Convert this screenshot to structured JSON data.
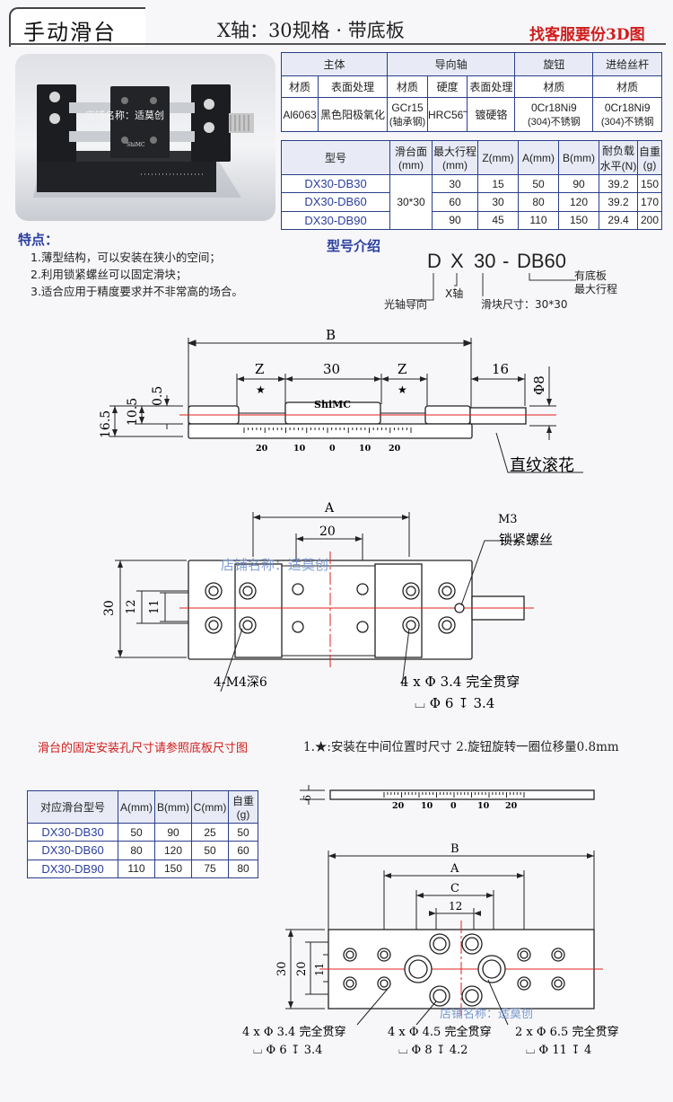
{
  "header": {
    "title": "手动滑台",
    "spec": "X轴：30规格 · 带底板",
    "find_3d": "找客服要份3D图"
  },
  "spec_table": {
    "groups": [
      "主体",
      "导向轴",
      "旋钮",
      "进给丝杆"
    ],
    "subheaders": [
      "材质",
      "表面处理",
      "材质",
      "硬度",
      "表面处理",
      "材质",
      "材质"
    ],
    "values": [
      "Al6063",
      "黑色阳极氧化",
      "GCr15",
      "(轴承钢)",
      "HRC56˜",
      "镀硬铬",
      "0Cr18Ni9",
      "(304)不锈钢",
      "0Cr18Ni9",
      "(304)不锈钢"
    ]
  },
  "model_table": {
    "headers": [
      "型号",
      "滑台面",
      "(mm)",
      "最大行程",
      "(mm)",
      "Z(mm)",
      "A(mm)",
      "B(mm)",
      "耐负载",
      "水平(N)",
      "自重",
      "(g)"
    ],
    "face": "30*30",
    "rows": [
      {
        "model": "DX30-DB30",
        "stroke": "30",
        "z": "15",
        "a": "50",
        "b": "90",
        "load": "39.2",
        "weight": "150"
      },
      {
        "model": "DX30-DB60",
        "stroke": "60",
        "z": "30",
        "a": "80",
        "b": "120",
        "load": "39.2",
        "weight": "170"
      },
      {
        "model": "DX30-DB90",
        "stroke": "90",
        "z": "45",
        "a": "110",
        "b": "150",
        "load": "29.4",
        "weight": "200"
      }
    ]
  },
  "features": {
    "title": "特点：",
    "items": [
      "1.薄型结构，可以安装在狭小的空间；",
      "2.利用锁紧螺丝可以固定滑块；",
      "3.适合应用于精度要求并不非常高的场合。"
    ]
  },
  "model_intro": {
    "title": "型号介绍",
    "code_d": "D",
    "code_x": "X",
    "code_30": "30",
    "code_dash": "-",
    "code_db60": "DB60",
    "label_with_base": "有底板",
    "label_max_stroke": "最大行程",
    "label_guide": "光轴导向",
    "label_x_axis": "X轴",
    "label_slider": "滑块尺寸：30*30"
  },
  "photo": {
    "watermark": "店铺名称：适莫创",
    "brand": "ShiMC"
  },
  "drawing_front": {
    "B": "B",
    "Z1": "Z",
    "d30": "30",
    "Z2": "Z",
    "d16": "16",
    "phi8": "Φ8",
    "h16_5": "16.5",
    "h10_5": "10.5",
    "h0_5": "0.5",
    "brand": "ShiMC",
    "scale": [
      "20",
      "10",
      "0",
      "10",
      "20"
    ],
    "knurl": "直纹滚花",
    "star": "★"
  },
  "drawing_top": {
    "A": "A",
    "d20": "20",
    "m3": "M3",
    "lock_screw": "锁紧螺丝",
    "h30": "30",
    "h12": "12",
    "h11": "11",
    "m4": "4-M4深6",
    "hole_spec": "4 x Φ 3.4 完全贯穿",
    "cbore": "⌴ Φ 6 ↧ 3.4",
    "watermark": "店铺名称：适莫创"
  },
  "notes": {
    "install": "滑台的固定安装孔尺寸请参照底板尺寸图",
    "star_note": "1.★:安装在中间位置时尺寸  2.旋钮旋转一圈位移量0.8mm"
  },
  "base_table": {
    "headers": [
      "对应滑台型号",
      "A(mm)",
      "B(mm)",
      "C(mm)",
      "自重",
      "(g)"
    ],
    "rows": [
      {
        "model": "DX30-DB30",
        "a": "50",
        "b": "90",
        "c": "25",
        "w": "50"
      },
      {
        "model": "DX30-DB60",
        "a": "80",
        "b": "120",
        "c": "50",
        "w": "60"
      },
      {
        "model": "DX30-DB90",
        "a": "110",
        "b": "150",
        "c": "75",
        "w": "80"
      }
    ]
  },
  "drawing_base": {
    "h6": "6",
    "scale": [
      "20",
      "10",
      "0",
      "10",
      "20"
    ],
    "B": "B",
    "A": "A",
    "C": "C",
    "d12": "12",
    "h30": "30",
    "h20": "20",
    "h11": "11",
    "watermark": "店铺名称：适莫创",
    "hole1": "4 x Φ 3.4 完全贯穿",
    "hole1_cb": "⌴ Φ 6 ↧ 3.4",
    "hole2": "4 x Φ 4.5 完全贯穿",
    "hole2_cb": "⌴ Φ 8 ↧ 4.2",
    "hole3": "2 x Φ 6.5 完全贯穿",
    "hole3_cb": "⌴ Φ 11 ↧ 4"
  },
  "colors": {
    "accent_blue": "#2a3ea0",
    "accent_red": "#d01c1c",
    "center_line": "#e02020"
  }
}
